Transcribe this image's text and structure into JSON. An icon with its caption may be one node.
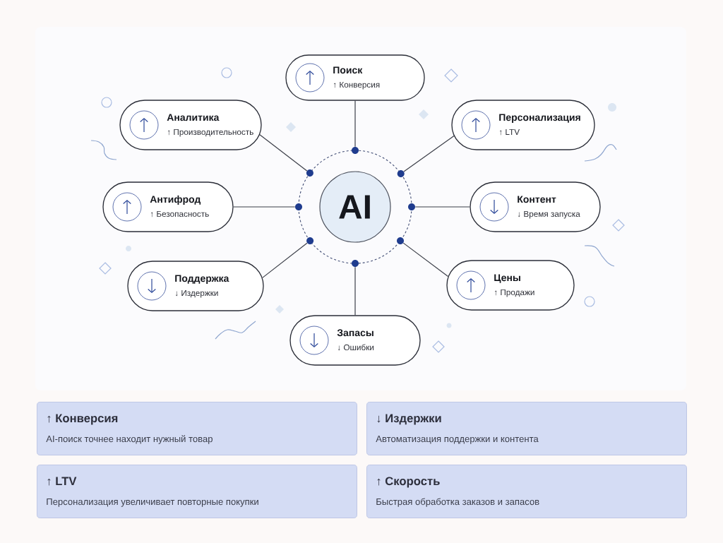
{
  "diagram": {
    "nodes": [
      {
        "text": [
          "Поиск",
          "↑ Конверсия"
        ]
      },
      {
        "text": [
          "Аналитика",
          "↑ Производительность"
        ]
      },
      {
        "text": [
          "Персонализация",
          "↑ LTV"
        ]
      },
      {
        "text": [],
        "shape": "circle"
      },
      {
        "text": [
          "AI"
        ],
        "in": 3
      },
      {
        "text": [],
        "shape": "circle"
      },
      {
        "text": [],
        "shape": "circle"
      },
      {
        "text": [],
        "shape": "circle"
      },
      {
        "text": [],
        "shape": "circle"
      },
      {
        "text": [],
        "shape": "circle"
      },
      {
        "text": [],
        "shape": "circle"
      },
      {
        "text": [],
        "shape": "circle"
      },
      {
        "text": [],
        "shape": "circle"
      },
      {
        "text": [
          "Антифрод",
          "↑ Безопасность"
        ]
      },
      {
        "text": [
          "Контент",
          "↓ Время запуска"
        ]
      },
      {
        "text": [
          "Поддержка",
          "↓ Издержки"
        ]
      },
      {
        "text": [
          "Цены",
          "↑ Продажи"
        ]
      },
      {
        "text": [
          "Запасы",
          "↓ Ошибки"
        ]
      },
      {
        "text": [
          "↑ Конверсия",
          "AI-поиск точнее находит нужный товар"
        ]
      },
      {
        "text": [
          "↓ Издержки",
          "Автоматизация поддержки и контента"
        ]
      },
      {
        "text": [
          "↑ LTV",
          "Персонализация увеличивает повторные покупки"
        ]
      },
      {
        "text": [
          "↑ Скорость",
          "Быстрая обработка заказов и запасов"
        ]
      }
    ],
    "edges": [
      {
        "from": 5,
        "to": 0,
        "arrow": "none"
      },
      {
        "from": 6,
        "to": 1,
        "arrow": "none"
      },
      {
        "from": 7,
        "to": 2,
        "arrow": "none"
      },
      {
        "from": 8,
        "to": 13,
        "arrow": "none"
      },
      {
        "from": 9,
        "to": 14,
        "arrow": "none"
      },
      {
        "from": 10,
        "to": 15,
        "arrow": "none"
      },
      {
        "from": 11,
        "to": 16,
        "arrow": "none"
      },
      {
        "from": 12,
        "to": 17,
        "arrow": "none"
      }
    ]
  }
}
